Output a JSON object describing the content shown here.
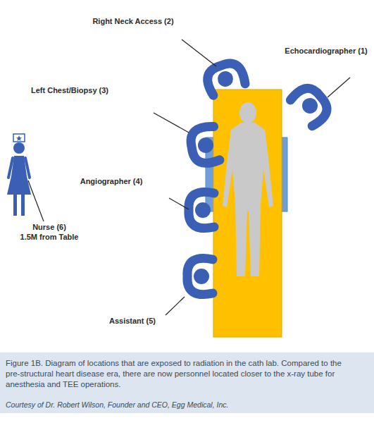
{
  "diagram": {
    "caption": "Figure 1B. Diagram of locations that are exposed to radiation in the cath lab. Compared to the pre-structural heart disease era, there are now personnel located closer to the x-ray tube for anesthesia and TEE operations.",
    "labels": [
      "Right Neck Access (2)",
      "Echocardiographer (1)",
      "Left Chest/Biopsy (3)",
      "Angiographer (4)",
      "Nurse (6)",
      "1.5M from Table",
      "Assistant (5)",
      "Courtesy of Dr. Robert Wilson, Founder and CEO, Egg Medical, Inc."
    ]
  }
}
